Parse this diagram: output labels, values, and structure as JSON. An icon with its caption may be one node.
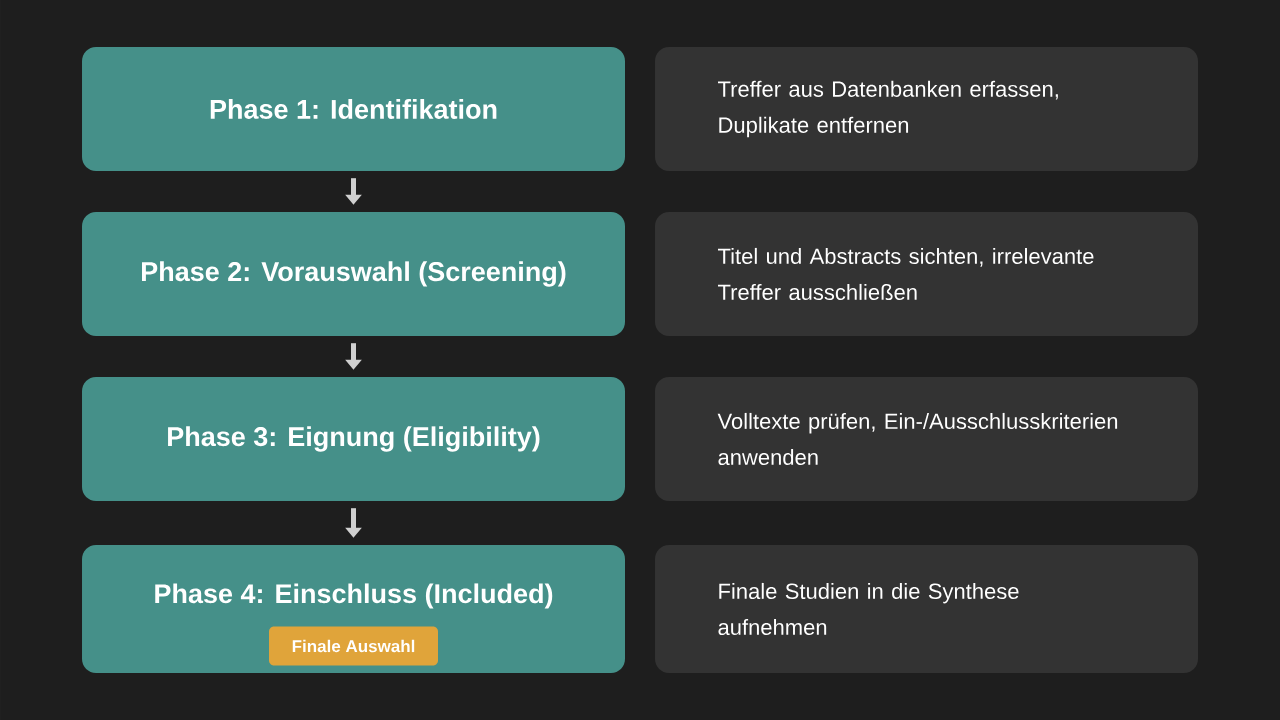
{
  "diagram": {
    "nodes": [
      {
        "text": [
          "Phase 1: Identifikation"
        ]
      },
      {
        "text": [
          "Treffer aus Datenbanken erfassen, Duplikate entfernen"
        ]
      },
      {
        "text": [
          "Phase 2: Vorauswahl (Screening)"
        ]
      },
      {
        "text": [
          "Titel und Abstracts sichten, irrelevante Treffer ausschließen"
        ]
      },
      {
        "text": [
          "Phase 3: Eignung (Eligibility)"
        ]
      },
      {
        "text": [
          "Volltexte prüfen, Ein-/Ausschlusskriterien anwenden"
        ]
      },
      {
        "text": [
          "Phase 4: Einschluss (Included)"
        ]
      },
      {
        "text": [
          "Finale Auswahl"
        ],
        "in": 6
      },
      {
        "text": [
          "Finale Studien in die Synthese aufnehmen"
        ]
      }
    ],
    "edges": [
      {
        "from": 0,
        "to": 2,
        "arrow": "to"
      },
      {
        "from": 2,
        "to": 4,
        "arrow": "to"
      },
      {
        "from": 4,
        "to": 6,
        "arrow": "to"
      }
    ]
  }
}
